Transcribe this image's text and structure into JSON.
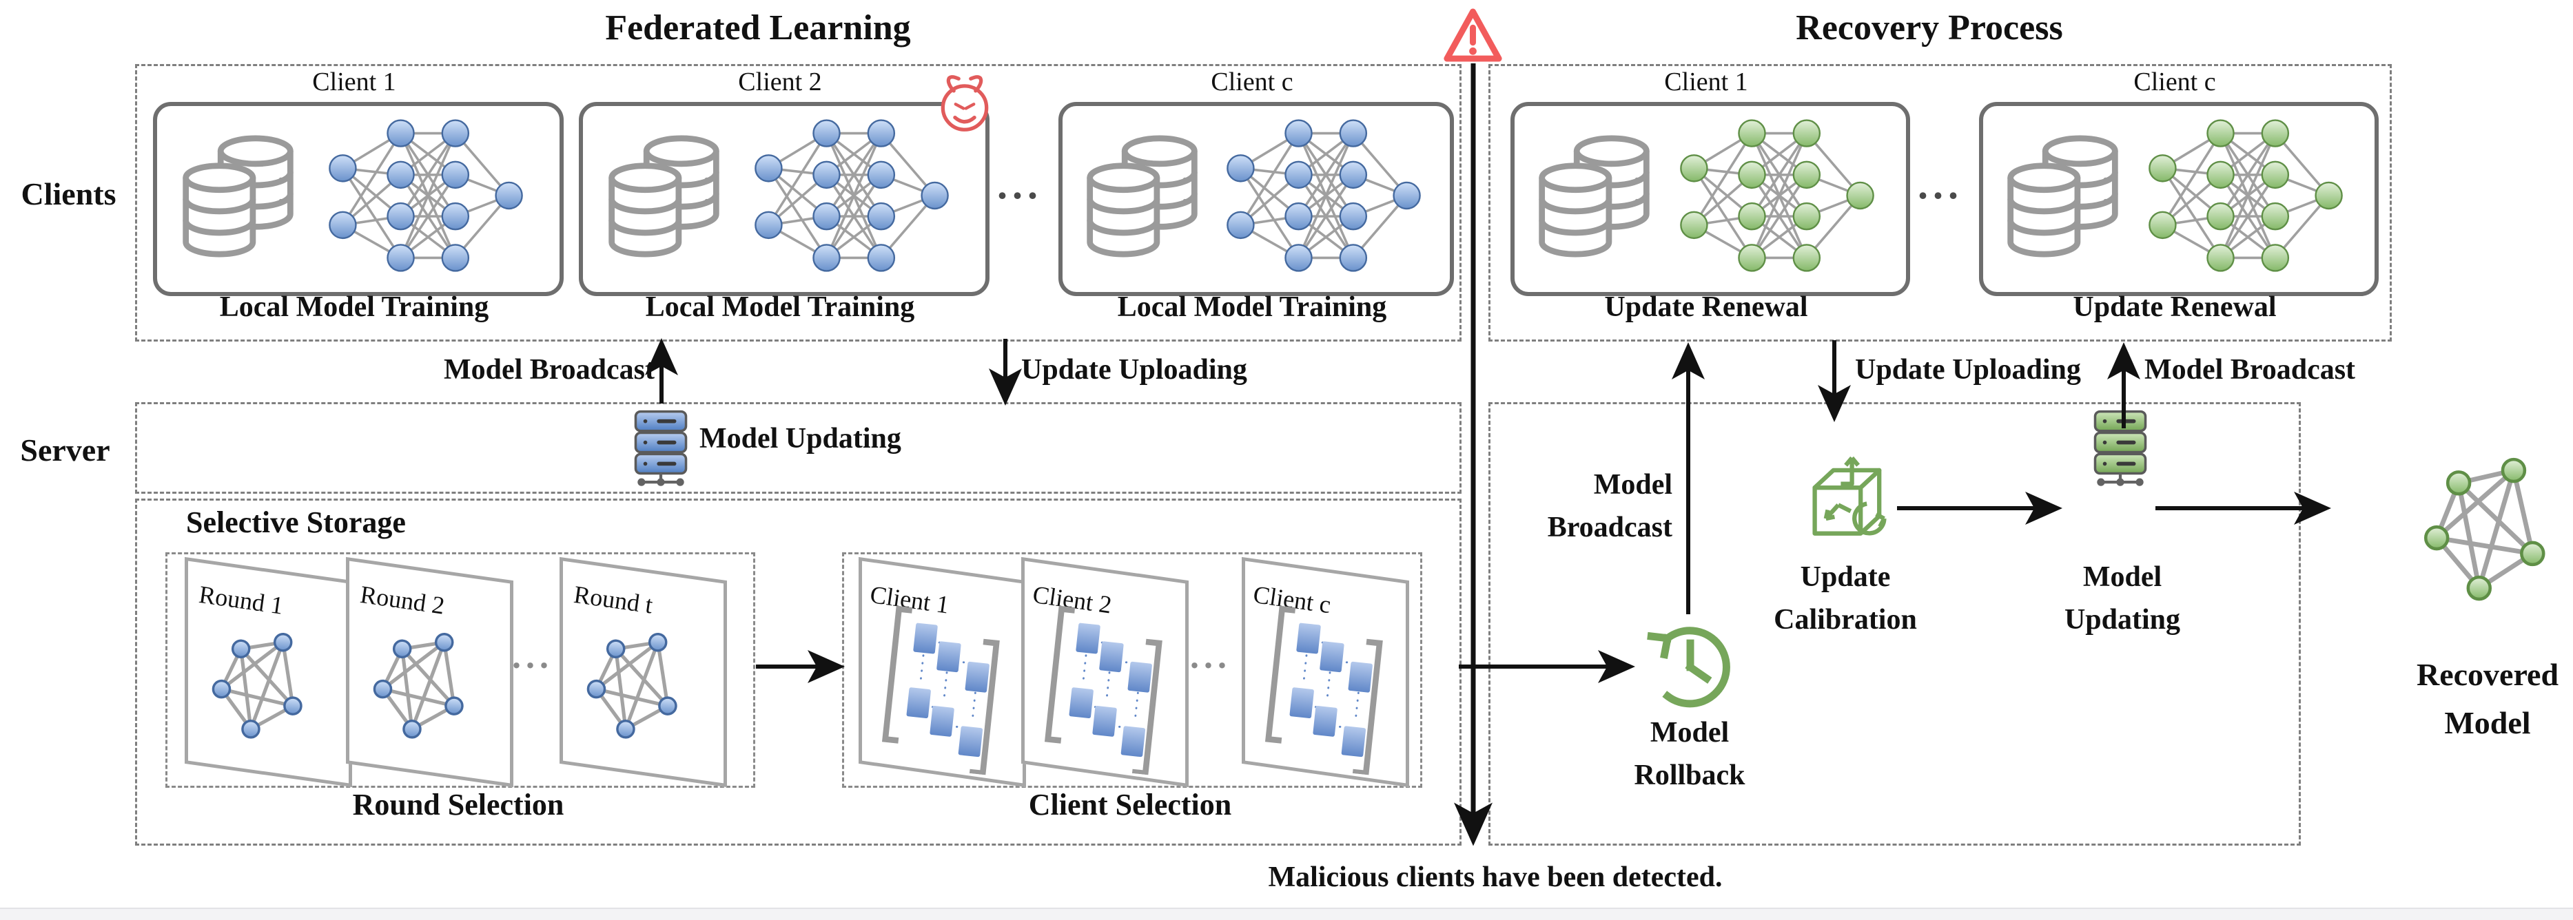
{
  "titles": {
    "federated": "Federated Learning",
    "recovery": "Recovery Process"
  },
  "sides": {
    "clients": "Clients",
    "server": "Server"
  },
  "fl": {
    "clients": [
      {
        "name": "Client 1",
        "caption": "Local Model Training"
      },
      {
        "name": "Client 2",
        "caption": "Local Model Training"
      },
      {
        "name": "Client c",
        "caption": "Local Model Training"
      }
    ],
    "dots": "...",
    "arrows": {
      "model_broadcast": "Model Broadcast",
      "update_uploading": "Update Uploading"
    },
    "server": {
      "model_updating": "Model Updating"
    },
    "storage": {
      "title": "Selective Storage",
      "rounds": {
        "panels": [
          "Round 1",
          "Round 2",
          "Round t"
        ],
        "dots": "...",
        "caption": "Round Selection"
      },
      "clients": {
        "panels": [
          "Client 1",
          "Client 2",
          "Client c"
        ],
        "dots": "...",
        "caption": "Client Selection"
      }
    }
  },
  "recovery": {
    "clients": [
      {
        "name": "Client 1",
        "caption": "Update Renewal"
      },
      {
        "name": "Client c",
        "caption": "Update Renewal"
      }
    ],
    "dots": "...",
    "arrows": {
      "broadcast_up": {
        "line1": "Model",
        "line2": "Broadcast"
      },
      "update_uploading": "Update Uploading",
      "model_broadcast": "Model Broadcast"
    },
    "steps": {
      "rollback": {
        "line1": "Model",
        "line2": "Rollback"
      },
      "calibration": {
        "line1": "Update",
        "line2": "Calibration"
      },
      "updating": {
        "line1": "Model",
        "line2": "Updating"
      },
      "recovered": {
        "line1": "Recovered",
        "line2": "Model"
      }
    }
  },
  "alert": {
    "message": "Malicious clients have been detected."
  },
  "colors": {
    "client_node_blue": "#6a92cc",
    "recovery_node_green": "#85b969",
    "alert_red": "#f25c5c",
    "icon_gray": "#9a9a9a",
    "arrow_black": "#111111"
  }
}
